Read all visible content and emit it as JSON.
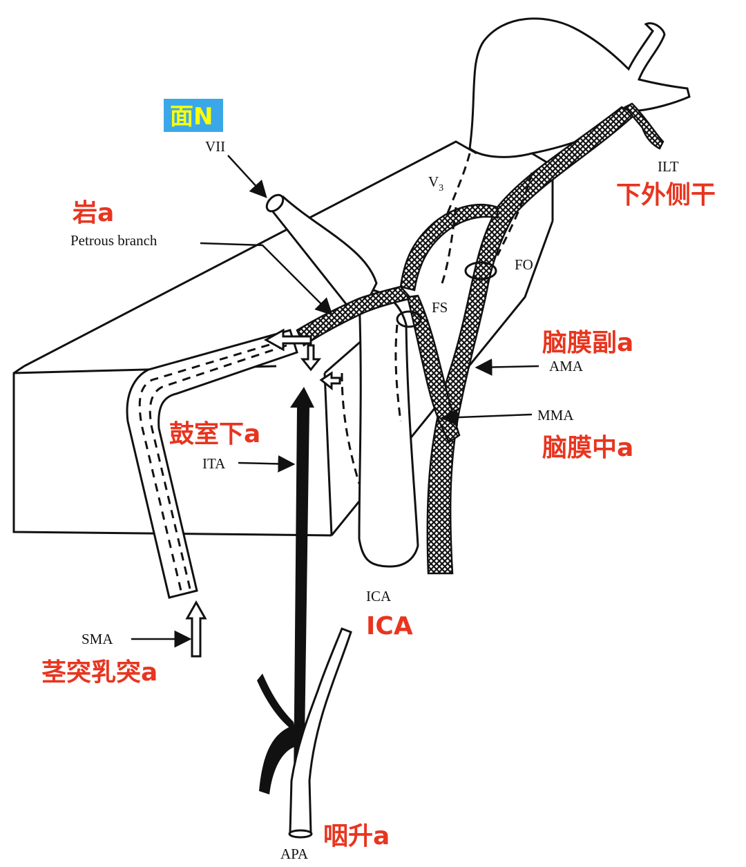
{
  "labels": {
    "vii": "VII",
    "facial_n_cn": "面N",
    "petrous_branch": "Petrous branch",
    "petrous_cn": "岩a",
    "v3": "V",
    "v3_sub": "3",
    "ilt": "ILT",
    "ilt_cn": "下外侧干",
    "fs": "FS",
    "fo": "FO",
    "ama": "AMA",
    "ama_cn": "脑膜副a",
    "mma": "MMA",
    "mma_cn": "脑膜中a",
    "ita": "ITA",
    "ita_cn": "鼓室下a",
    "ica": "ICA",
    "ica_cn": "ICA",
    "sma": "SMA",
    "sma_cn": "茎突乳突a",
    "apa": "APA",
    "apa_cn": "咽升a"
  },
  "colors": {
    "annotation_cn": "#e8351f",
    "badge_bg": "#3aa8e8",
    "badge_text": "#ffff00",
    "line": "#111111"
  }
}
